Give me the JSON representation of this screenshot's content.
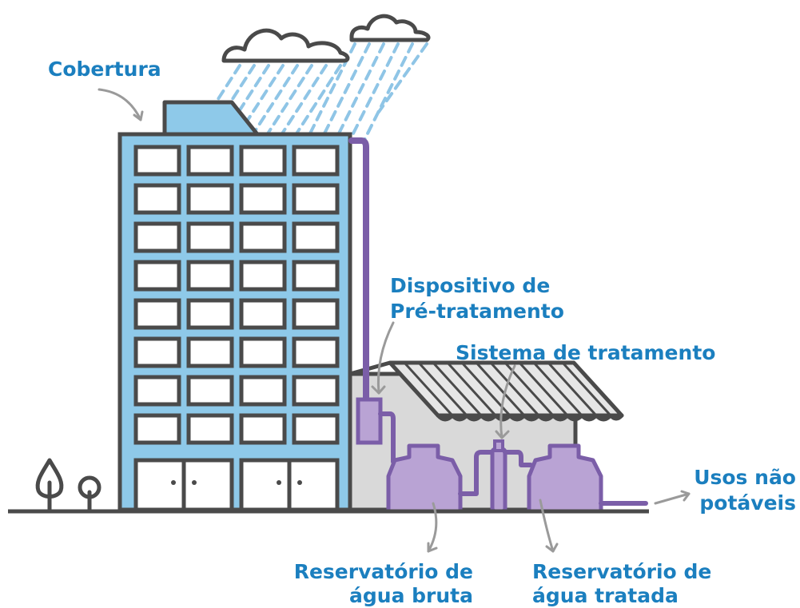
{
  "labels": {
    "roof": "Cobertura",
    "pretreatment_line1": "Dispositivo de",
    "pretreatment_line2": "Pré-tratamento",
    "treatment": "Sistema de tratamento",
    "raw_reservoir_line1": "Reservatório de",
    "raw_reservoir_line2": "água bruta",
    "treated_reservoir_line1": "Reservatório de",
    "treated_reservoir_line2": "água tratada",
    "uses_line1": "Usos não",
    "uses_line2": "potáveis"
  },
  "colors": {
    "label": "#1b7fbf",
    "outline": "#4a4a4a",
    "building_fill": "#8ec9e9",
    "window_fill": "#ffffff",
    "pipe": "#7b5ea8",
    "tank_fill": "#b9a3d4",
    "rain": "#8fc5e6",
    "shed_fill": "#d9d9d9",
    "arrow": "#9a9a9a"
  },
  "icons": [
    "cloud-icon",
    "rain-icon",
    "tree-icon",
    "arrow-icon"
  ]
}
